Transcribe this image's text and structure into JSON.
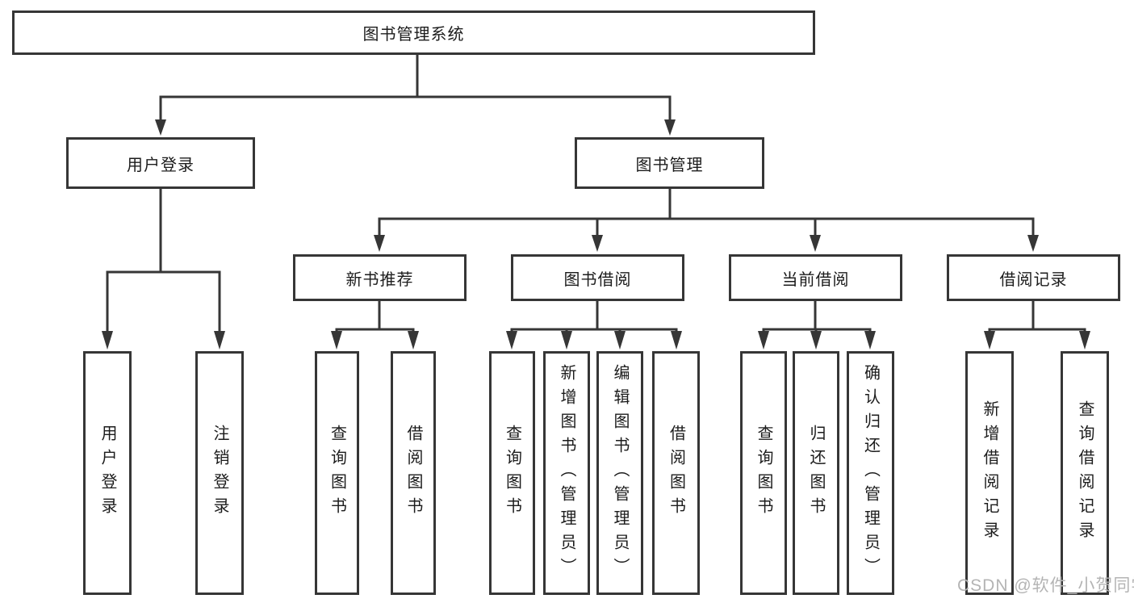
{
  "colors": {
    "line": "#363636",
    "text": "#1c1c1c",
    "watermark": "#b4b4b4"
  },
  "root": {
    "label": "图书管理系统"
  },
  "branches": [
    {
      "label": "用户登录",
      "children": [
        {
          "label": "用户登录"
        },
        {
          "label": "注销登录"
        }
      ]
    },
    {
      "label": "图书管理",
      "children": [
        {
          "label": "新书推荐",
          "children": [
            {
              "label": "查询图书"
            },
            {
              "label": "借阅图书"
            }
          ]
        },
        {
          "label": "图书借阅",
          "children": [
            {
              "label": "查询图书"
            },
            {
              "label": "新增图书（管理员）"
            },
            {
              "label": "编辑图书（管理员）"
            },
            {
              "label": "借阅图书"
            }
          ]
        },
        {
          "label": "当前借阅",
          "children": [
            {
              "label": "查询图书"
            },
            {
              "label": "归还图书"
            },
            {
              "label": "确认归还（管理员）"
            }
          ]
        },
        {
          "label": "借阅记录",
          "children": [
            {
              "label": "新增借阅记录"
            },
            {
              "label": "查询借阅记录"
            }
          ]
        }
      ]
    }
  ],
  "watermark": "CSDN @软件_小贺同学"
}
